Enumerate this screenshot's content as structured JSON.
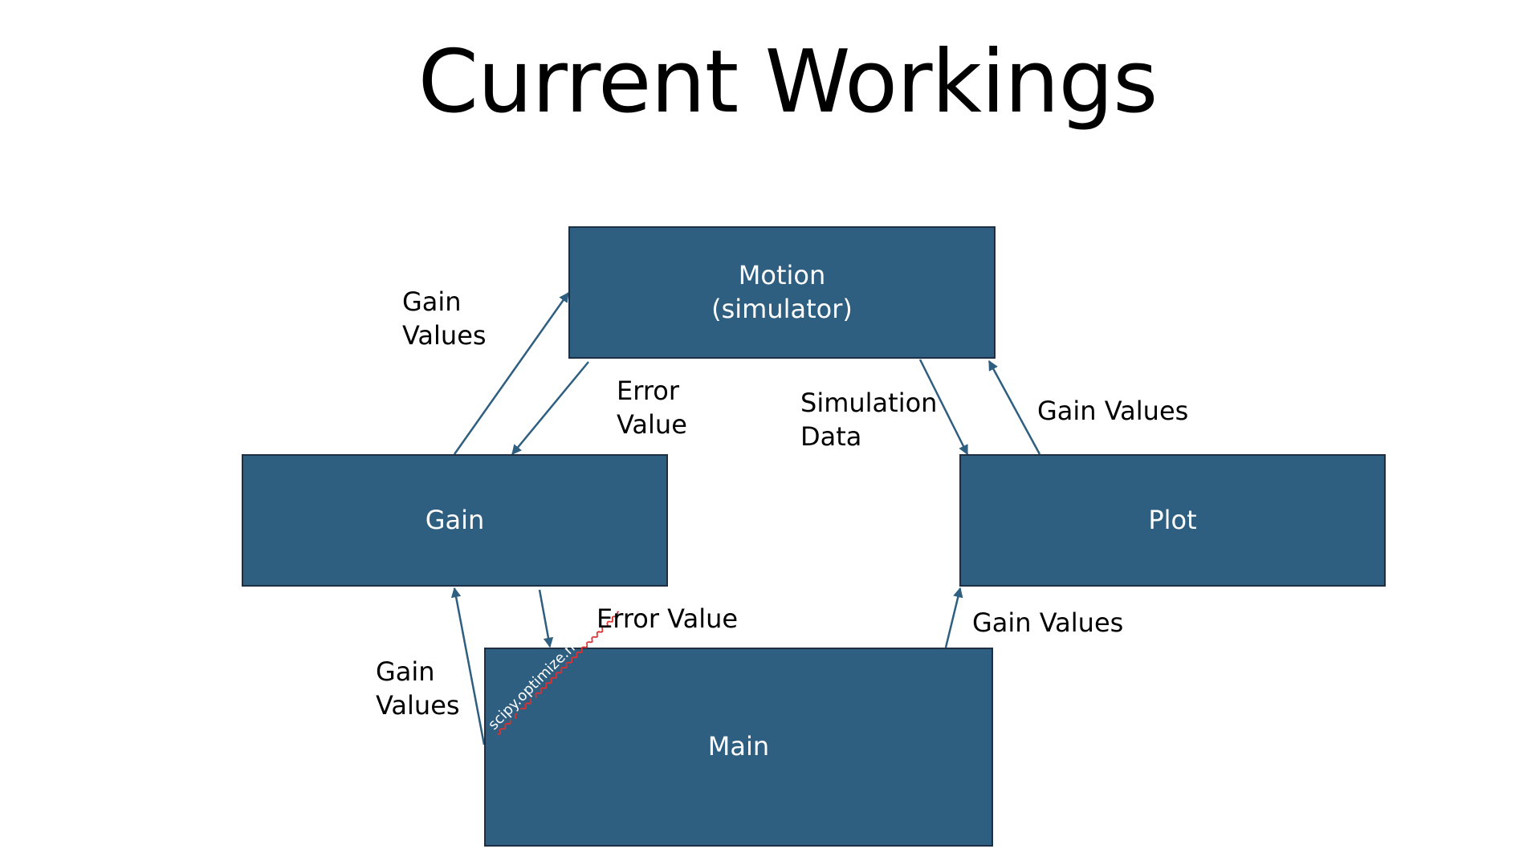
{
  "title": "Current Workings",
  "colors": {
    "box_fill": "#2e5e80",
    "box_border": "#1c2f44",
    "arrow": "#2e5e80",
    "text": "#000000",
    "box_text": "#ffffff",
    "annotation_underline": "#e03030"
  },
  "boxes": {
    "motion": "Motion\n(simulator)",
    "gain": "Gain",
    "plot": "Plot",
    "main": "Main"
  },
  "annotation": "scipy.optimize.minimize",
  "edge_labels": {
    "gain_to_motion": "Gain\nValues",
    "motion_to_gain": "Error\nValue",
    "motion_to_plot": "Simulation\nData",
    "plot_to_motion": "Gain Values",
    "gain_to_main": "Error Value",
    "main_to_plot": "Gain Values",
    "main_to_gain": "Gain\nValues"
  },
  "arrows": [
    {
      "from": "gain",
      "to": "motion"
    },
    {
      "from": "motion",
      "to": "gain"
    },
    {
      "from": "motion",
      "to": "plot"
    },
    {
      "from": "plot",
      "to": "motion"
    },
    {
      "from": "gain",
      "to": "main"
    },
    {
      "from": "main",
      "to": "gain"
    },
    {
      "from": "main",
      "to": "plot"
    }
  ]
}
